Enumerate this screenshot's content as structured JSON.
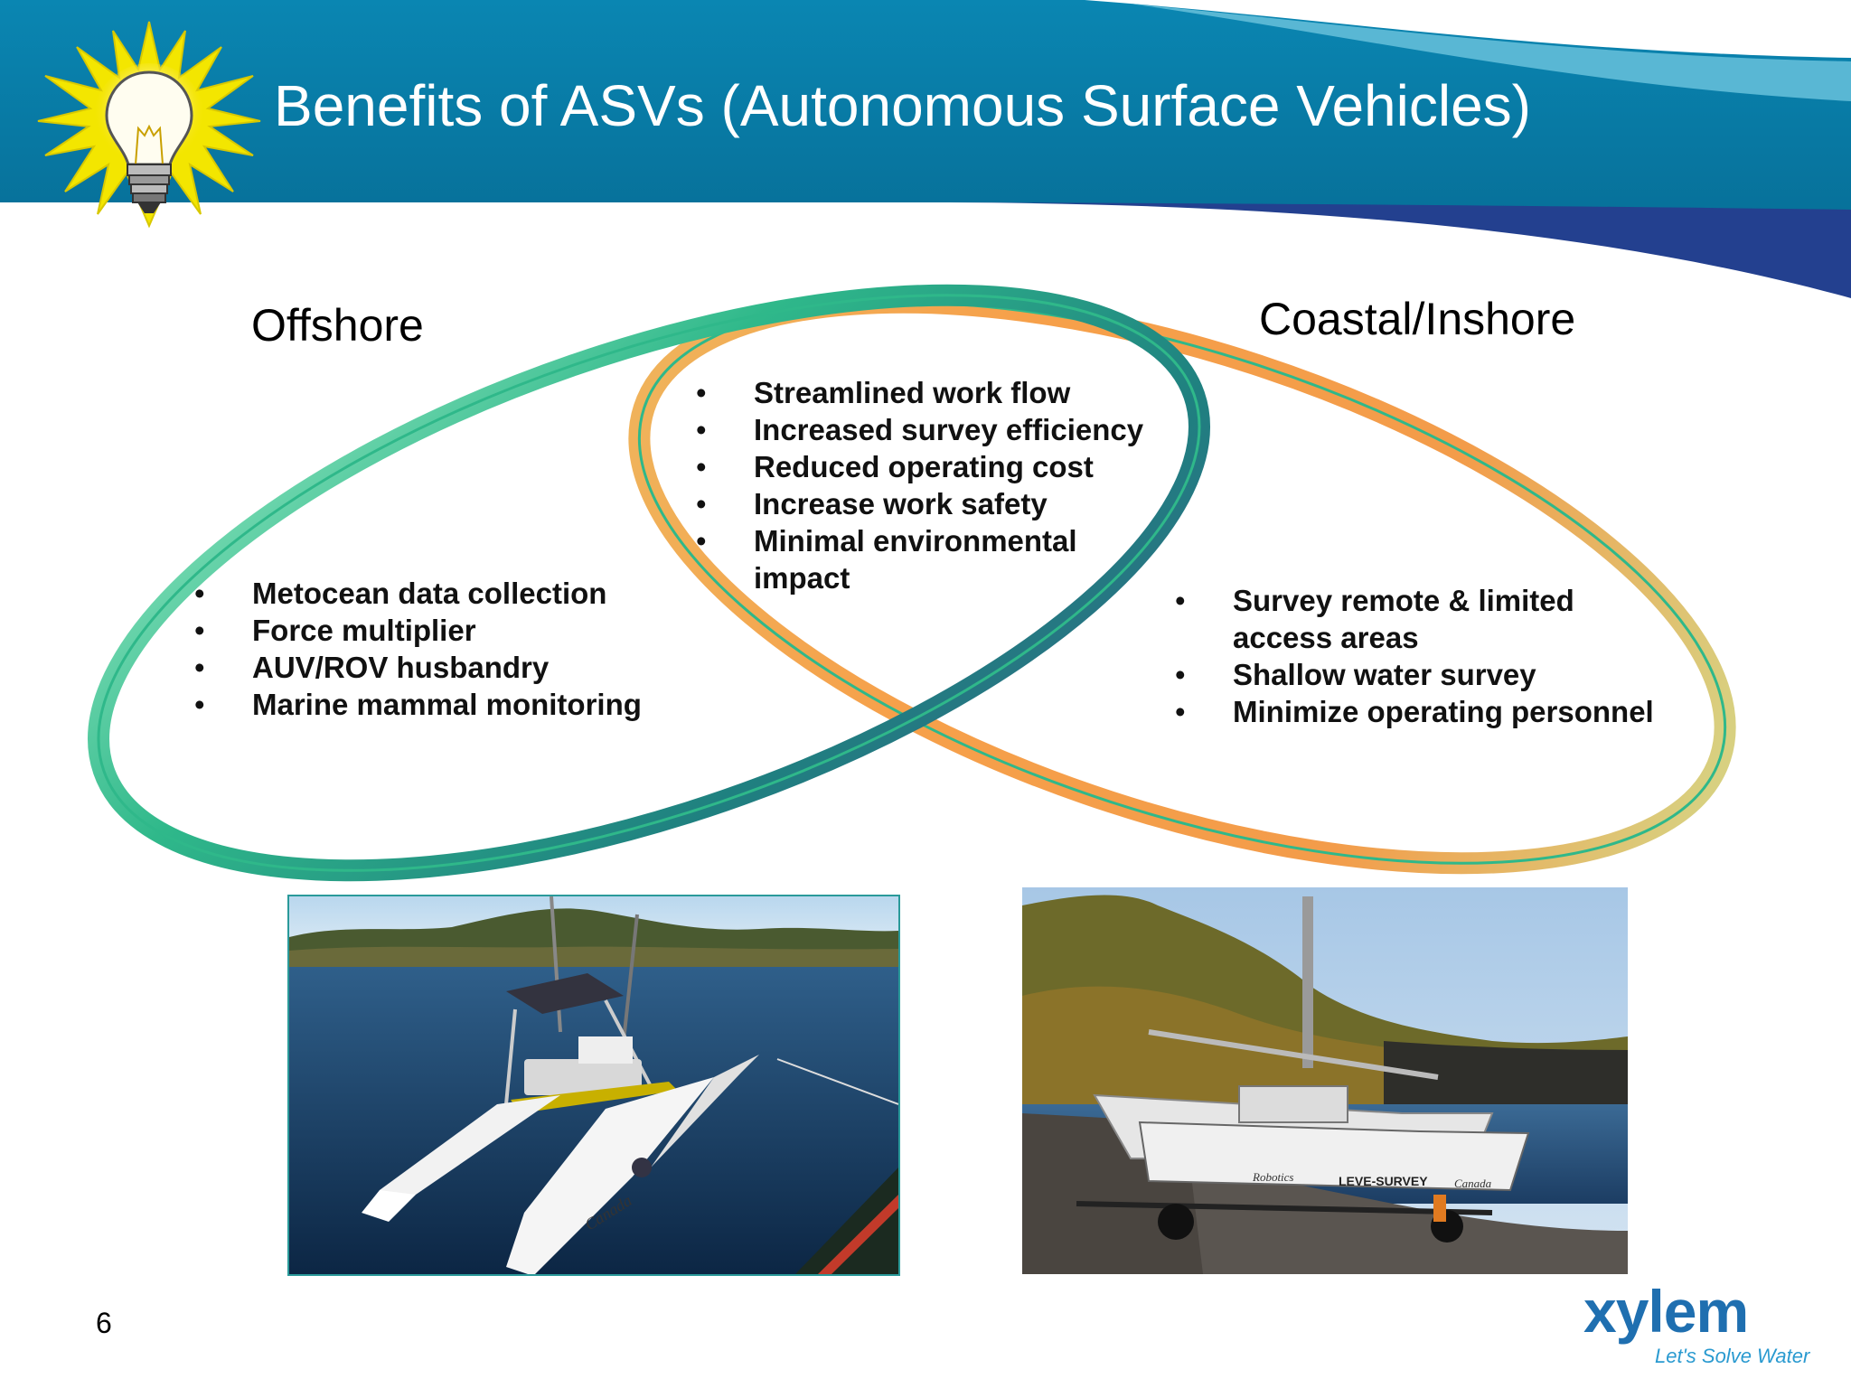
{
  "slide": {
    "title": "Benefits of ASVs (Autonomous Surface Vehicles)",
    "page_number": "6"
  },
  "diagram": {
    "offshore": {
      "label": "Offshore",
      "items": [
        "Metocean data collection",
        "Force multiplier",
        "AUV/ROV husbandry",
        "Marine mammal monitoring"
      ]
    },
    "coastal": {
      "label": "Coastal/Inshore",
      "items": [
        "Survey remote & limited access areas",
        "Shallow water survey",
        "Minimize operating personnel"
      ]
    },
    "shared": {
      "items": [
        "Streamlined work flow",
        "Increased survey efficiency",
        "Reduced operating cost",
        "Increase work safety",
        "Minimal environmental impact"
      ]
    }
  },
  "photos": {
    "left": {
      "hull_text": "Canada"
    },
    "right": {
      "hull_text_1": "LEVE-SURVEY",
      "hull_text_2": "Canada",
      "hull_text_3": "Robotics"
    }
  },
  "logo": {
    "name": "xylem",
    "tagline": "Let's Solve Water"
  },
  "colors": {
    "header_blue": "#0b7aa8",
    "header_dark": "#1e3c8c",
    "ellipse_green": "#3cc48a",
    "ellipse_orange": "#f2a24a"
  }
}
